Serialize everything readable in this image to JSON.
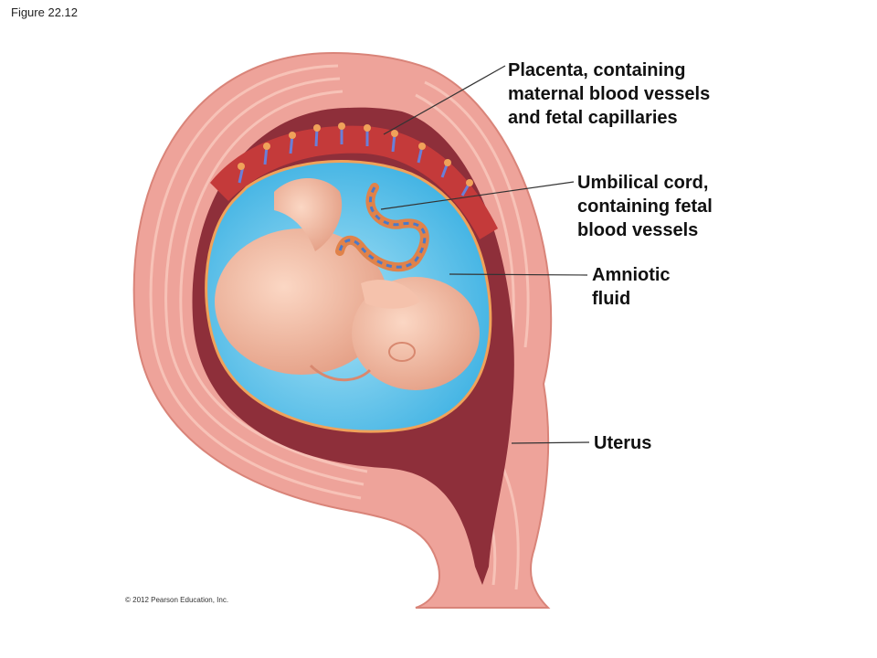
{
  "figure_label": "Figure 22.12",
  "labels": {
    "placenta": "Placenta, containing\nmaternal blood vessels\nand fetal capillaries",
    "umbilical_cord": "Umbilical cord,\ncontaining fetal\nblood vessels",
    "amniotic_fluid": "Amniotic\nfluid",
    "uterus": "Uterus"
  },
  "copyright": "© 2012 Pearson Education, Inc.",
  "colors": {
    "uterus_wall": "#eea39a",
    "uterus_stripe": "#f7c2b7",
    "inner_lining": "#8e2f3a",
    "amniotic_fluid": "#5fc2ea",
    "fetus_skin": "#f2b9a1",
    "placenta": "#c43a3a",
    "cord": "#e0824a"
  }
}
